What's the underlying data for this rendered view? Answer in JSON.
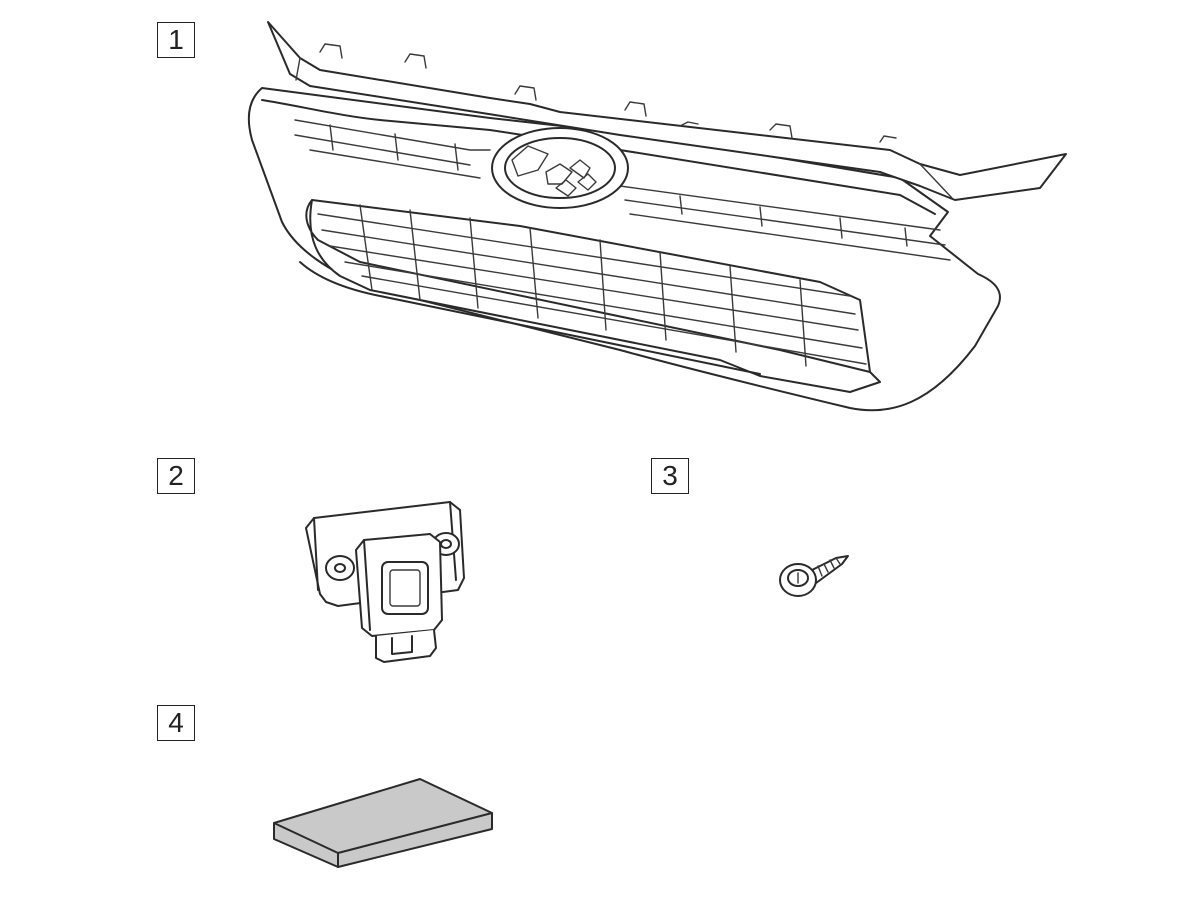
{
  "callouts": [
    {
      "id": "1",
      "label": "1"
    },
    {
      "id": "2",
      "label": "2"
    },
    {
      "id": "3",
      "label": "3"
    },
    {
      "id": "4",
      "label": "4"
    }
  ],
  "parts": [
    {
      "callout": "1",
      "icon": "front-grille-icon"
    },
    {
      "callout": "2",
      "icon": "front-camera-icon"
    },
    {
      "callout": "3",
      "icon": "screw-icon"
    },
    {
      "callout": "4",
      "icon": "adhesive-pad-icon"
    }
  ],
  "colors": {
    "line": "#2a2a2a",
    "pad_fill": "#c9c9c9",
    "background": "#ffffff"
  }
}
